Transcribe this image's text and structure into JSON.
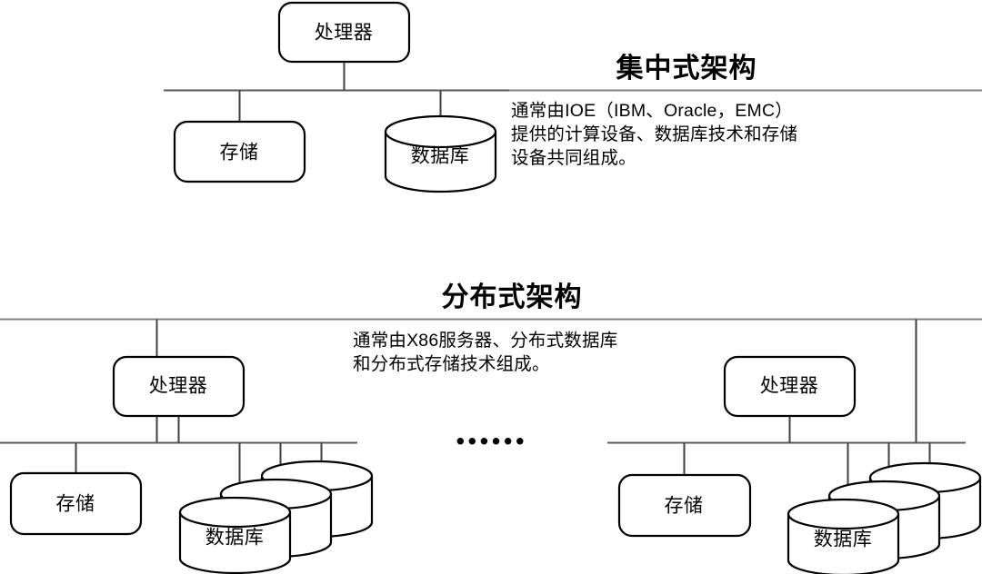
{
  "diagram": {
    "title_sections": [
      {
        "id": "centralized",
        "title": "集中式架构",
        "description_lines": [
          "通常由IOE（IBM、Oracle，EMC）",
          "提供的计算设备、数据库技术和存储",
          "设备共同组成。"
        ]
      },
      {
        "id": "distributed",
        "title": "分布式架构",
        "description_lines": [
          "通常由X86服务器、分布式数据库",
          "和分布式存储技术组成。"
        ]
      }
    ],
    "labels": {
      "processor": "处理器",
      "storage": "存储",
      "database": "数据库"
    },
    "ellipsis": "••••••",
    "nodes": {
      "centralized": {
        "processor": "处理器",
        "storage": "存储",
        "database": "数据库"
      },
      "distributed_left": {
        "processor": "处理器",
        "storage": "存储",
        "database": "数据库"
      },
      "distributed_right": {
        "processor": "处理器",
        "storage": "存储",
        "database": "数据库"
      }
    },
    "colors": {
      "stroke": "#000000",
      "bus": "#595959",
      "rule": "#808080",
      "background": "#ffffff",
      "text": "#000000"
    }
  }
}
